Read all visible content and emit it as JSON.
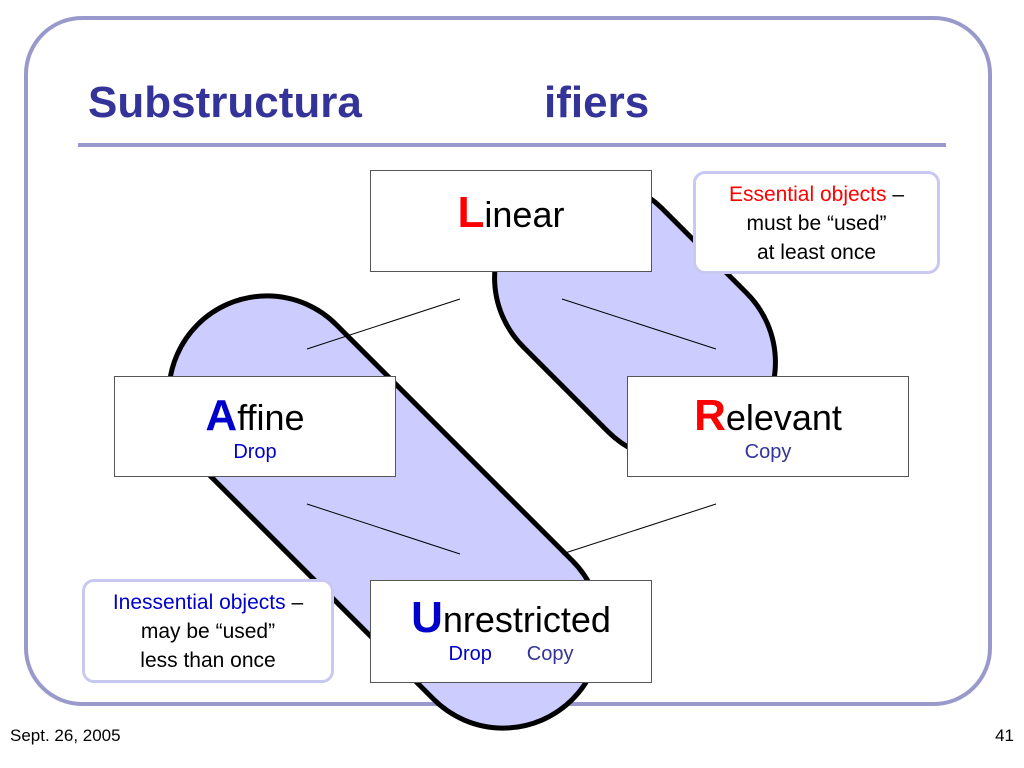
{
  "slide": {
    "title_left": "Substructura",
    "title_right": "ifiers",
    "footer_date": "Sept. 26, 2005",
    "page_number": "41"
  },
  "nodes": {
    "linear": {
      "initial": "L",
      "rest": "inear"
    },
    "affine": {
      "initial": "A",
      "rest": "ffine",
      "op": "Drop"
    },
    "relevant": {
      "initial": "R",
      "rest": "elevant",
      "op": "Copy"
    },
    "unrestricted": {
      "initial": "U",
      "rest": "nrestricted",
      "op1": "Drop",
      "op2": "Copy"
    }
  },
  "notes": {
    "essential": {
      "highlight": "Essential objects",
      "dash": " –",
      "line2": "must be “used”",
      "line3": "at least once"
    },
    "inessential": {
      "highlight": "Inessential objects",
      "dash": " –",
      "line2": "may be “used”",
      "line3": "less than once"
    }
  },
  "colors": {
    "title": "#333399",
    "blob_fill": "#ccccff",
    "red_initial": "#ff0000",
    "blue_initial": "#0000cc",
    "frame": "#9999cc"
  }
}
